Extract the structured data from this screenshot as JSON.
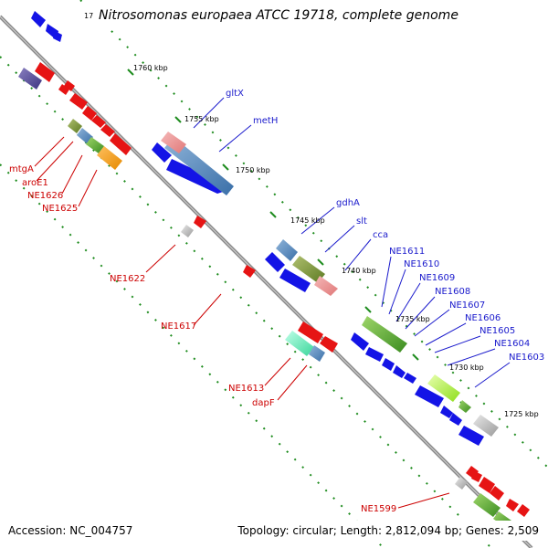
{
  "title": "Nitrosomonas europaea ATCC 19718, complete genome",
  "title_fragment": "17",
  "footer": {
    "accession": "Accession: NC_004757",
    "topology": "Topology: circular; Length: 2,812,094 bp; Genes: 2,509"
  },
  "kbp_labels": [
    "1760 kbp",
    "1755 kbp",
    "1750 kbp",
    "1745 kbp",
    "1740 kbp",
    "1735 kbp",
    "1730 kbp",
    "1725 kbp"
  ],
  "forward_genes": [
    "gltX",
    "metH",
    "gdhA",
    "slt",
    "cca",
    "NE1611",
    "NE1610",
    "NE1609",
    "NE1608",
    "NE1607",
    "NE1606",
    "NE1605",
    "NE1604",
    "NE1603"
  ],
  "reverse_genes": [
    "mtgA",
    "aroE1",
    "NE1626",
    "NE1625",
    "NE1622",
    "NE1617",
    "NE1613",
    "dapF",
    "NE1599"
  ],
  "colors": {
    "forward_strand": "#1414e6",
    "reverse_strand": "#e61414",
    "backbone": "#8c8c8c",
    "tick": "#1e8c1e",
    "label_forward": "#1a1acc",
    "label_reverse": "#cc0000"
  }
}
